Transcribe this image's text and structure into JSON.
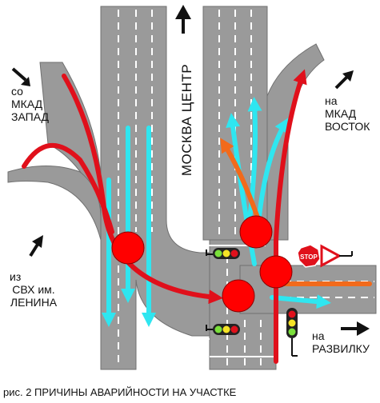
{
  "labels": {
    "center_road": "МОСКВА ЦЕНТР",
    "mkad_west": [
      "со",
      "МКАД",
      "ЗАПАД"
    ],
    "mkad_east": [
      "на",
      "МКАД",
      "ВОСТОК"
    ],
    "svh": [
      "из",
      "СВХ им.",
      "ЛЕНИНА"
    ],
    "razvilka": [
      "на",
      "РАЗВИЛКУ"
    ],
    "stop_sign": "STOP"
  },
  "caption": "рис. 2 ПРИЧИНЫ АВАРИЙНОСТИ НА УЧАСТКЕ",
  "colors": {
    "road": "#9a9a9a",
    "road_edge": "#666666",
    "marking": "#ffffff",
    "danger_arrow": "#e0101b",
    "flow_arrow": "#2fe6f0",
    "turn_arrow": "#f26a1b",
    "conflict_point": "#ff0000",
    "direction_arrow": "#111111"
  }
}
